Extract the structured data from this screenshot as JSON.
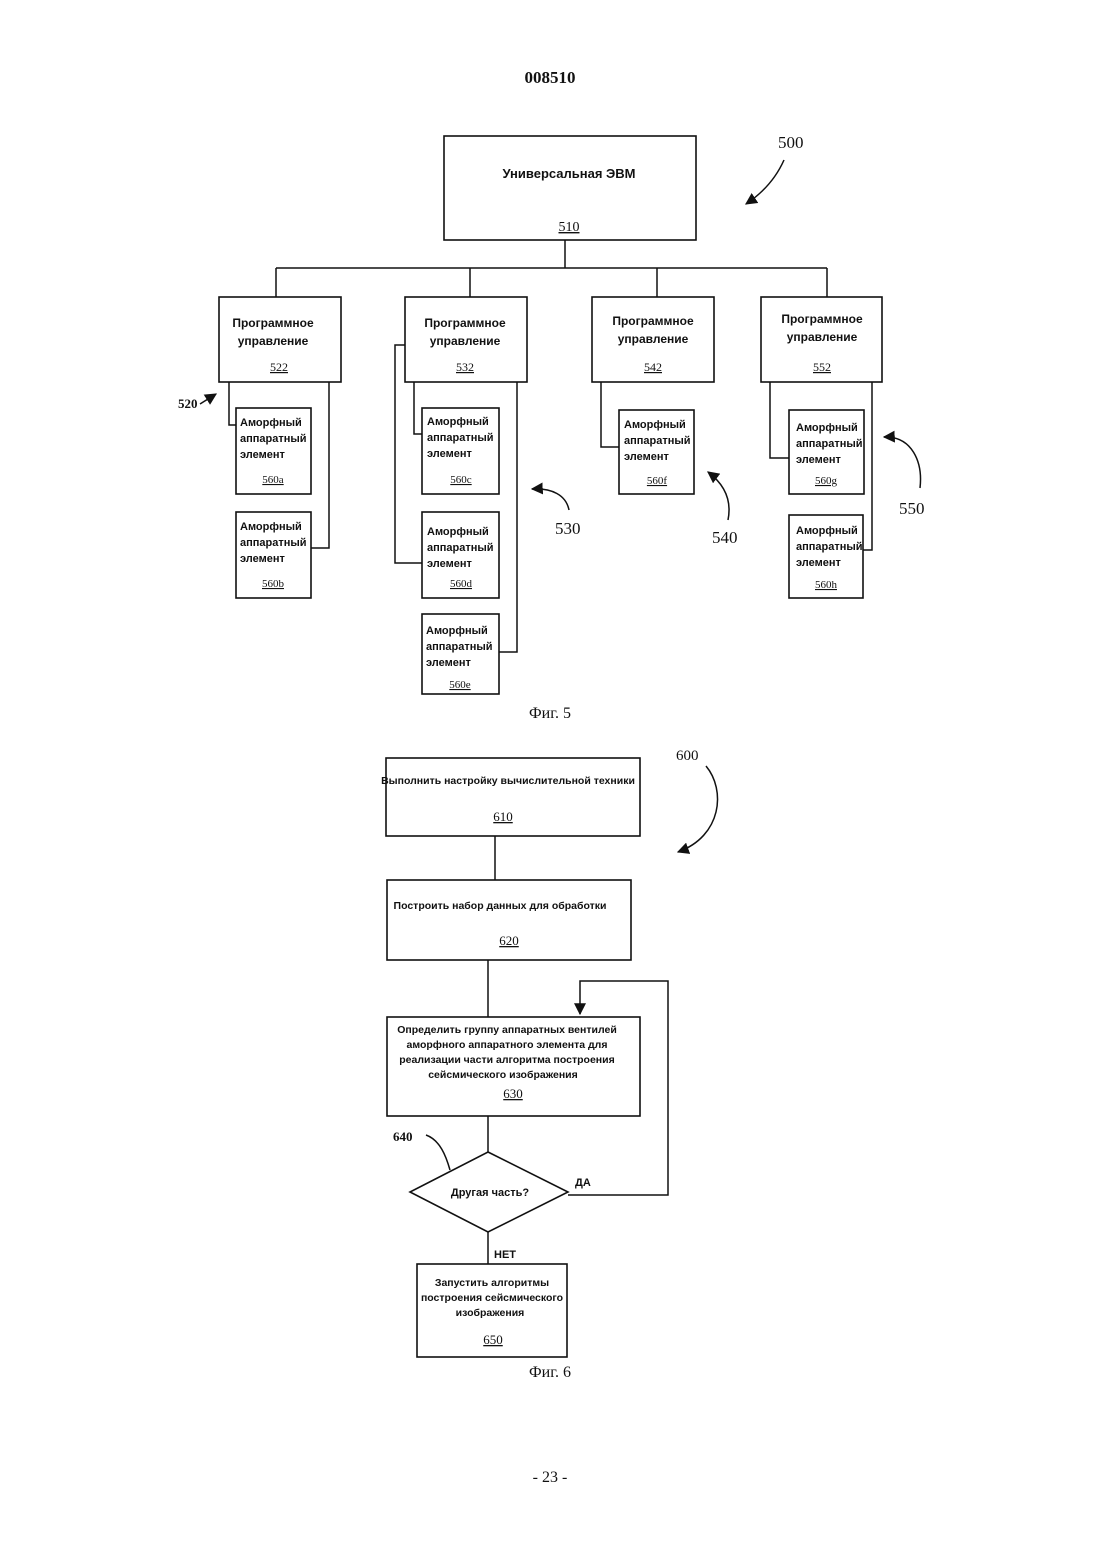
{
  "page_header": "008510",
  "page_footer": "- 23 -",
  "fig5": {
    "caption": "Фиг. 5",
    "ref_system": "500",
    "mainframe": {
      "label": "Универсальная ЭВМ",
      "ref": "510"
    },
    "controllers": [
      {
        "line1": "Программное",
        "line2": "управление",
        "ref": "522",
        "group_ref": "520"
      },
      {
        "line1": "Программное",
        "line2": "управление",
        "ref": "532",
        "group_ref": "530"
      },
      {
        "line1": "Программное",
        "line2": "управление",
        "ref": "542",
        "group_ref": "540"
      },
      {
        "line1": "Программное",
        "line2": "управление",
        "ref": "552",
        "group_ref": "550"
      }
    ],
    "elements": [
      {
        "line1": "Аморфный",
        "line2": "аппаратный",
        "line3": "элемент",
        "ref": "560a"
      },
      {
        "line1": "Аморфный",
        "line2": "аппаратный",
        "line3": "элемент",
        "ref": "560b"
      },
      {
        "line1": "Аморфный",
        "line2": "аппаратный",
        "line3": "элемент",
        "ref": "560c"
      },
      {
        "line1": "Аморфный",
        "line2": "аппаратный",
        "line3": "элемент",
        "ref": "560d"
      },
      {
        "line1": "Аморфный",
        "line2": "аппаратный",
        "line3": "элемент",
        "ref": "560e"
      },
      {
        "line1": "Аморфный",
        "line2": "аппаратный",
        "line3": "элемент",
        "ref": "560f"
      },
      {
        "line1": "Аморфный",
        "line2": "аппаратный",
        "line3": "элемент",
        "ref": "560g"
      },
      {
        "line1": "Аморфный",
        "line2": "аппаратный",
        "line3": "элемент",
        "ref": "560h"
      }
    ]
  },
  "fig6": {
    "caption": "Фиг. 6",
    "ref_method": "600",
    "steps": [
      {
        "text": "Выполнить настройку вычислительной техники",
        "ref": "610"
      },
      {
        "text": "Построить набор данных для обработки",
        "ref": "620"
      },
      {
        "line1": "Определить группу аппаратных вентилей",
        "line2": "аморфного аппаратного элемента для",
        "line3": "реализации части алгоритма построения",
        "line4": "сейсмического изображения",
        "ref": "630"
      },
      {
        "line1": "Запустить алгоритмы",
        "line2": "построения сейсмического",
        "line3": "изображения",
        "ref": "650"
      }
    ],
    "decision": {
      "text": "Другая часть?",
      "ref": "640",
      "yes": "ДА",
      "no": "НЕТ"
    }
  }
}
